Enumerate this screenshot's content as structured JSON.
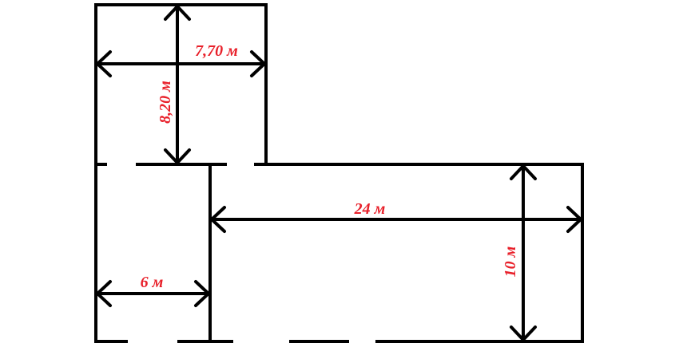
{
  "colors": {
    "walls": "#000000",
    "labels": "#e8202a"
  },
  "dimensions": {
    "small_room_width": "7,70 м",
    "small_room_height": "8,20 м",
    "corridor_length": "24 м",
    "hall_depth": "10 м",
    "lower_room_width": "6 м"
  }
}
